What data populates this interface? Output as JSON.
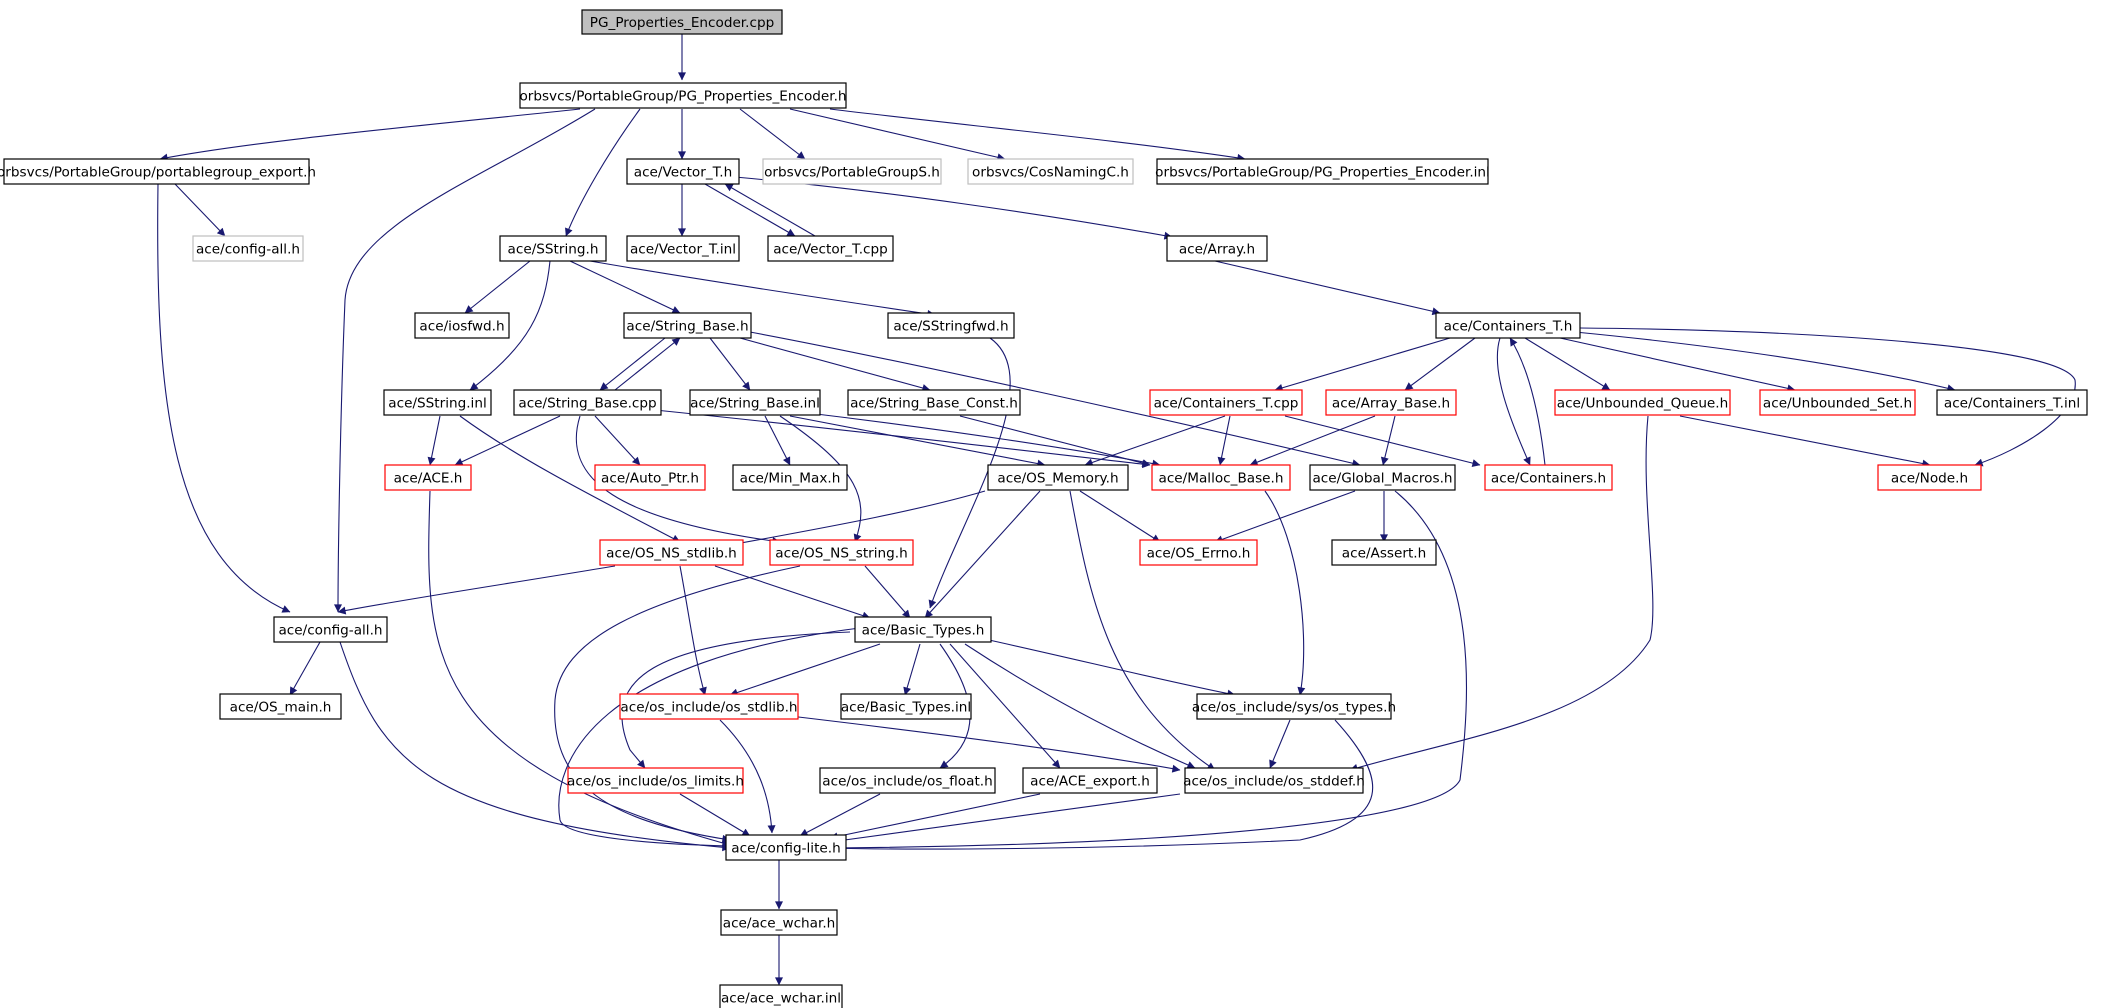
{
  "title": "PG_Properties_Encoder.cpp",
  "colors": {
    "edge": "#191970",
    "normal_border": "#000000",
    "missing_border": "#bfbfbf",
    "truncated_border": "#ff0000",
    "root_fill": "#bfbfbf",
    "text": "#000000"
  },
  "nodes": {
    "n_root": {
      "label": "PG_Properties_Encoder.cpp",
      "kind": "root"
    },
    "n_pgeh": {
      "label": "orbsvcs/PortableGroup/PG_Properties_Encoder.h",
      "kind": "normal"
    },
    "n_export": {
      "label": "orbsvcs/PortableGroup/portablegroup_export.h",
      "kind": "normal"
    },
    "n_cfgall_grey": {
      "label": "ace/config-all.h",
      "kind": "missing"
    },
    "n_vector": {
      "label": "ace/Vector_T.h",
      "kind": "normal"
    },
    "n_pgS": {
      "label": "orbsvcs/PortableGroupS.h",
      "kind": "missing"
    },
    "n_cosnaming": {
      "label": "orbsvcs/CosNamingC.h",
      "kind": "missing"
    },
    "n_pgeinl": {
      "label": "orbsvcs/PortableGroup/PG_Properties_Encoder.inl",
      "kind": "normal"
    },
    "n_sstring": {
      "label": "ace/SString.h",
      "kind": "normal"
    },
    "n_vecinl": {
      "label": "ace/Vector_T.inl",
      "kind": "normal"
    },
    "n_veccpp": {
      "label": "ace/Vector_T.cpp",
      "kind": "normal"
    },
    "n_array": {
      "label": "ace/Array.h",
      "kind": "normal"
    },
    "n_iosfwd": {
      "label": "ace/iosfwd.h",
      "kind": "normal"
    },
    "n_strbase": {
      "label": "ace/String_Base.h",
      "kind": "normal"
    },
    "n_sstrfwd": {
      "label": "ace/SStringfwd.h",
      "kind": "normal"
    },
    "n_contT": {
      "label": "ace/Containers_T.h",
      "kind": "normal"
    },
    "n_sstrinl": {
      "label": "ace/SString.inl",
      "kind": "normal"
    },
    "n_strbasecpp": {
      "label": "ace/String_Base.cpp",
      "kind": "normal"
    },
    "n_strbaseinl": {
      "label": "ace/String_Base.inl",
      "kind": "normal"
    },
    "n_strbaseconst": {
      "label": "ace/String_Base_Const.h",
      "kind": "normal"
    },
    "n_contTcpp": {
      "label": "ace/Containers_T.cpp",
      "kind": "truncated"
    },
    "n_arraybase": {
      "label": "ace/Array_Base.h",
      "kind": "truncated"
    },
    "n_unbq": {
      "label": "ace/Unbounded_Queue.h",
      "kind": "truncated"
    },
    "n_unbset": {
      "label": "ace/Unbounded_Set.h",
      "kind": "truncated"
    },
    "n_contTinl": {
      "label": "ace/Containers_T.inl",
      "kind": "normal"
    },
    "n_ace": {
      "label": "ace/ACE.h",
      "kind": "truncated"
    },
    "n_autoptr": {
      "label": "ace/Auto_Ptr.h",
      "kind": "truncated"
    },
    "n_minmax": {
      "label": "ace/Min_Max.h",
      "kind": "normal"
    },
    "n_osmem": {
      "label": "ace/OS_Memory.h",
      "kind": "normal"
    },
    "n_malloc": {
      "label": "ace/Malloc_Base.h",
      "kind": "truncated"
    },
    "n_globmac": {
      "label": "ace/Global_Macros.h",
      "kind": "normal"
    },
    "n_containers": {
      "label": "ace/Containers.h",
      "kind": "truncated"
    },
    "n_node": {
      "label": "ace/Node.h",
      "kind": "truncated"
    },
    "n_osnsstdlib": {
      "label": "ace/OS_NS_stdlib.h",
      "kind": "truncated"
    },
    "n_osnsstring": {
      "label": "ace/OS_NS_string.h",
      "kind": "truncated"
    },
    "n_oserrno": {
      "label": "ace/OS_Errno.h",
      "kind": "truncated"
    },
    "n_assert": {
      "label": "ace/Assert.h",
      "kind": "normal"
    },
    "n_cfgall": {
      "label": "ace/config-all.h",
      "kind": "normal"
    },
    "n_basictypes": {
      "label": "ace/Basic_Types.h",
      "kind": "normal"
    },
    "n_osmain": {
      "label": "ace/OS_main.h",
      "kind": "normal"
    },
    "n_osstdlib": {
      "label": "ace/os_include/os_stdlib.h",
      "kind": "truncated"
    },
    "n_basicinl": {
      "label": "ace/Basic_Types.inl",
      "kind": "normal"
    },
    "n_systypes": {
      "label": "ace/os_include/sys/os_types.h",
      "kind": "normal"
    },
    "n_oslimits": {
      "label": "ace/os_include/os_limits.h",
      "kind": "truncated"
    },
    "n_osfloat": {
      "label": "ace/os_include/os_float.h",
      "kind": "normal"
    },
    "n_aceexport": {
      "label": "ace/ACE_export.h",
      "kind": "normal"
    },
    "n_osstddef": {
      "label": "ace/os_include/os_stddef.h",
      "kind": "normal"
    },
    "n_cfglite": {
      "label": "ace/config-lite.h",
      "kind": "normal"
    },
    "n_wchar": {
      "label": "ace/ace_wchar.h",
      "kind": "normal"
    },
    "n_wcharinl": {
      "label": "ace/ace_wchar.inl",
      "kind": "normal"
    }
  }
}
